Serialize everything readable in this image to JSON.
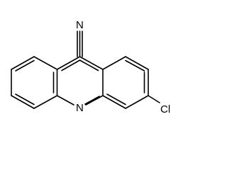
{
  "molecule": {
    "atoms": {
      "n_cyano": "N",
      "n_ring": "N",
      "cl": "Cl"
    }
  }
}
